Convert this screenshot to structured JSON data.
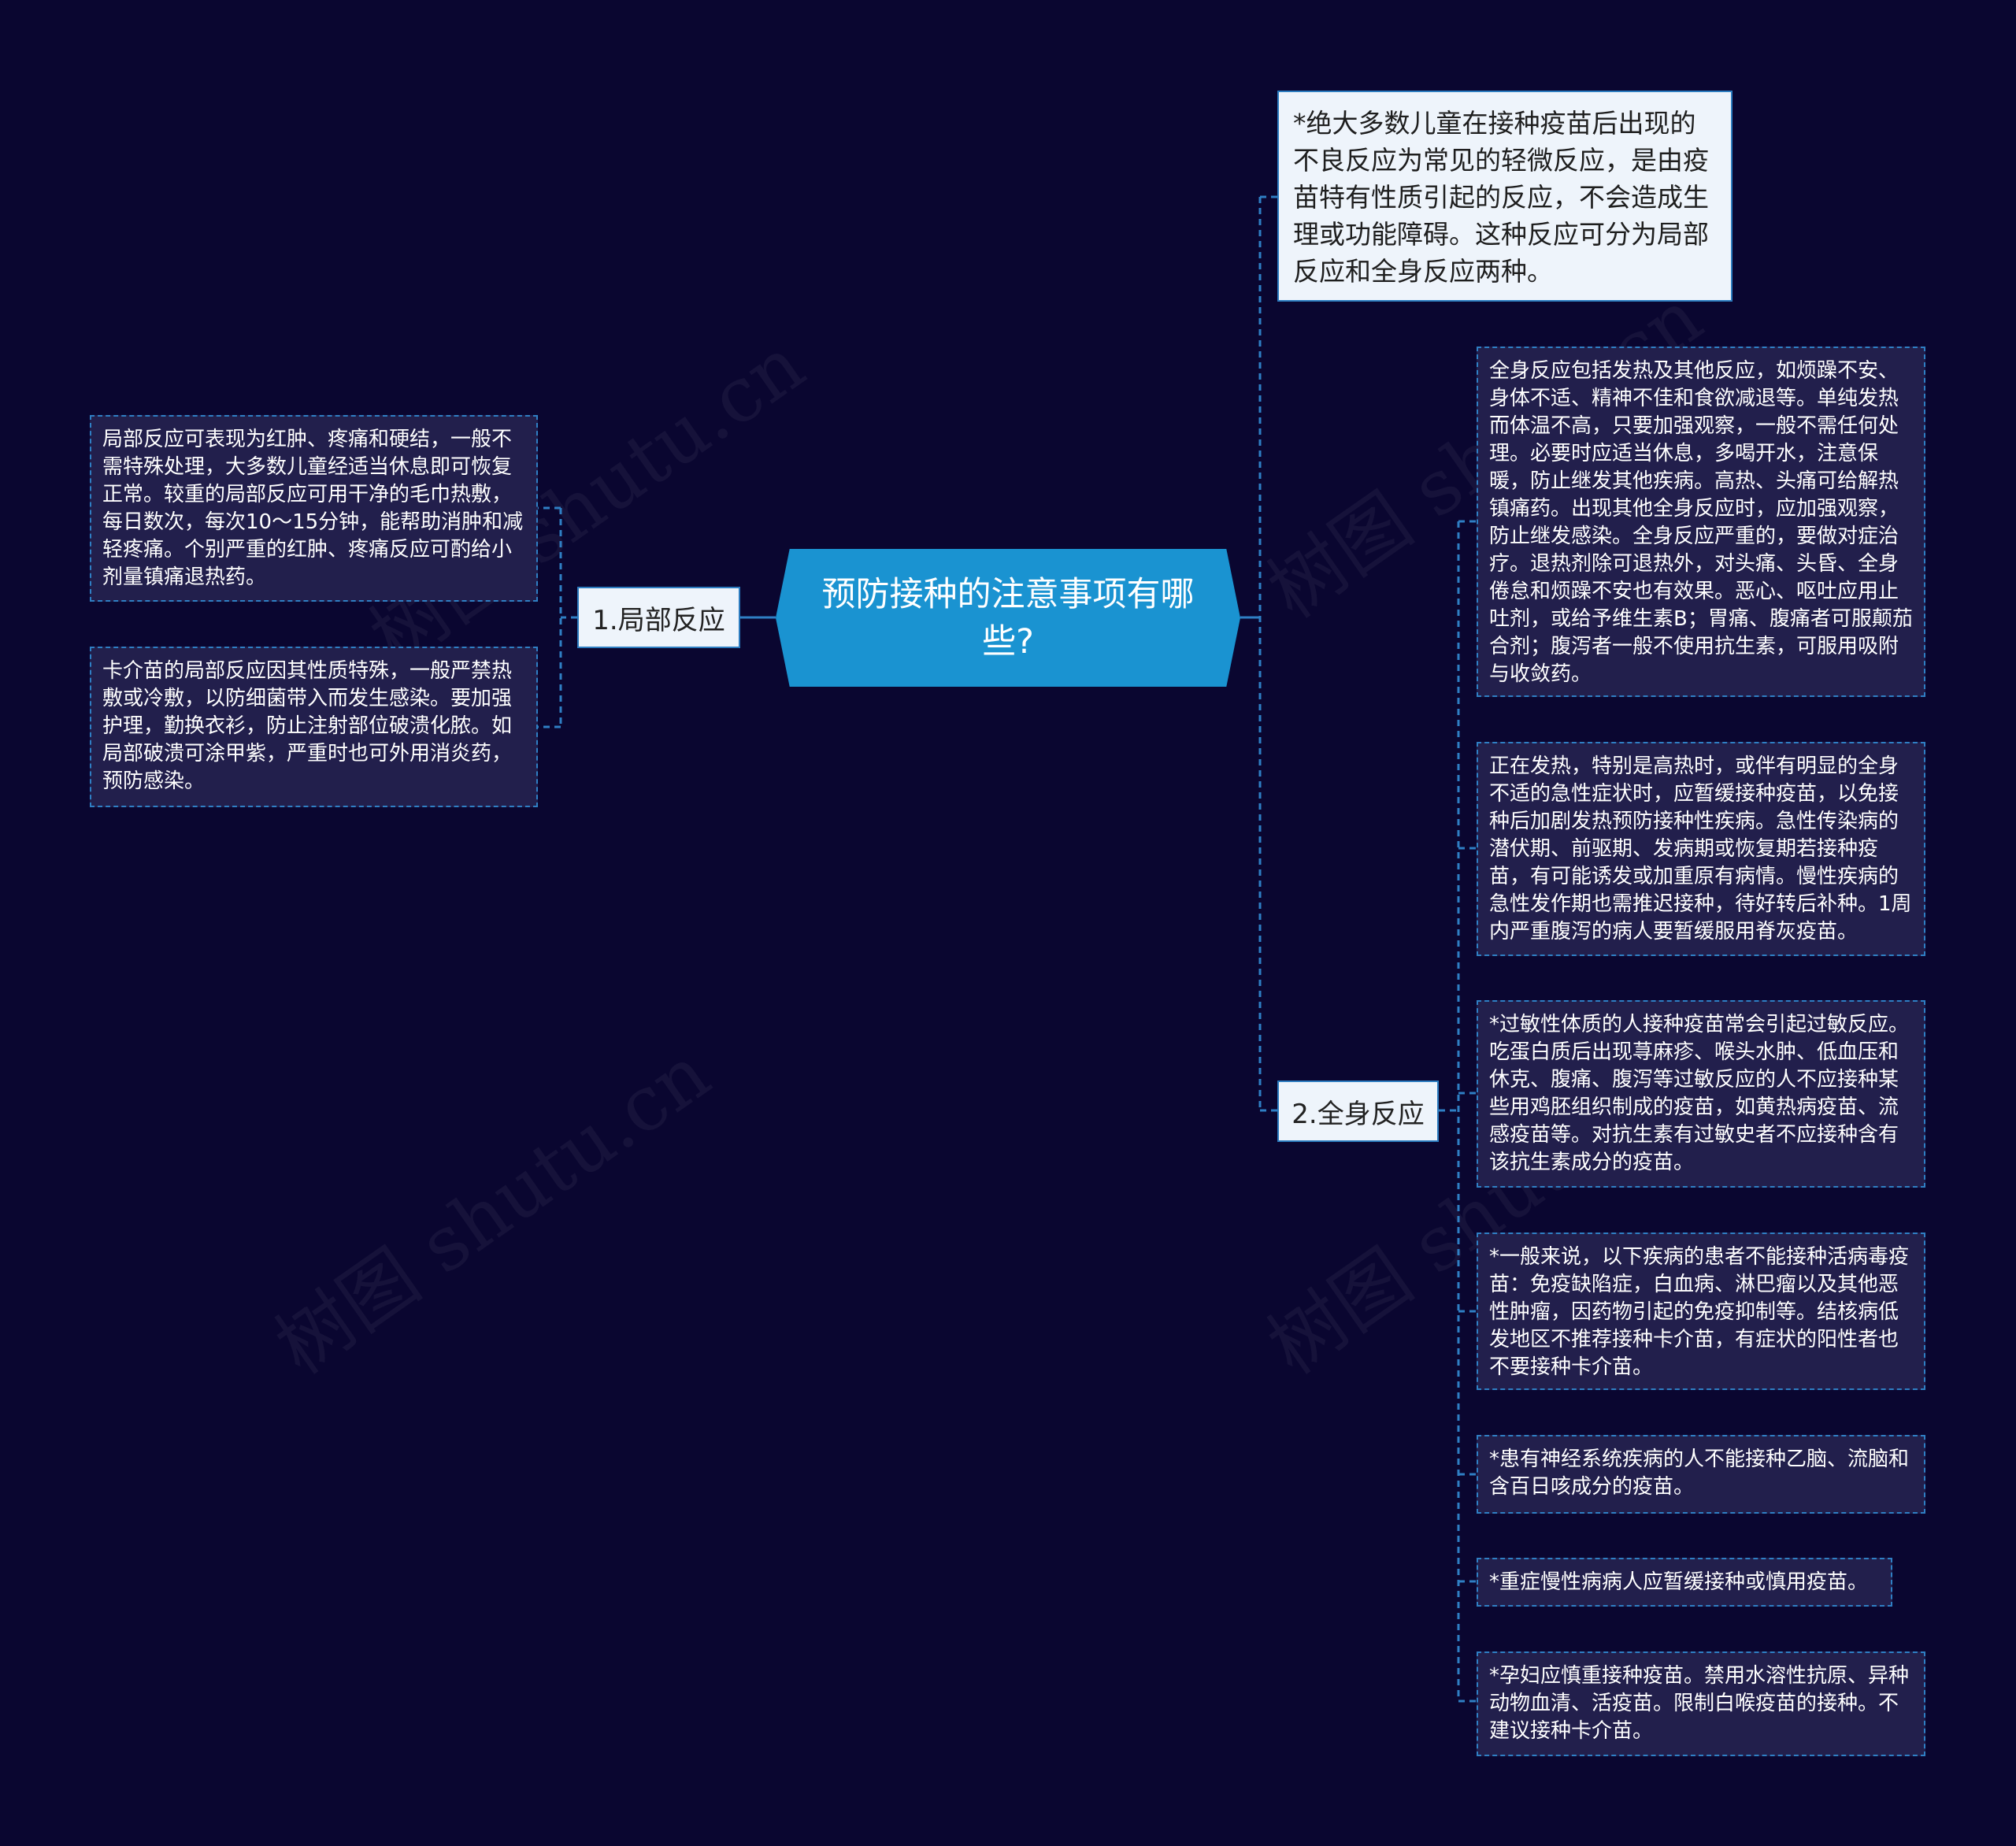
{
  "root": {
    "label": "预防接种的注意事项有哪些?"
  },
  "intro": {
    "text": "*绝大多数儿童在接种疫苗后出现的不良反应为常见的轻微反应，是由疫苗特有性质引起的反应，不会造成生理或功能障碍。这种反应可分为局部反应和全身反应两种。"
  },
  "branches": {
    "local": {
      "label": "1.局部反应",
      "items": [
        "局部反应可表现为红肿、疼痛和硬结，一般不需特殊处理，大多数儿童经适当休息即可恢复正常。较重的局部反应可用干净的毛巾热敷，每日数次，每次10～15分钟，能帮助消肿和减轻疼痛。个别严重的红肿、疼痛反应可酌给小剂量镇痛退热药。",
        "卡介苗的局部反应因其性质特殊，一般严禁热敷或冷敷，以防细菌带入而发生感染。要加强护理，勤换衣衫，防止注射部位破溃化脓。如局部破溃可涂甲紫，严重时也可外用消炎药，预防感染。"
      ]
    },
    "systemic": {
      "label": "2.全身反应",
      "items": [
        "全身反应包括发热及其他反应，如烦躁不安、身体不适、精神不佳和食欲减退等。单纯发热而体温不高，只要加强观察，一般不需任何处理。必要时应适当休息，多喝开水，注意保暖，防止继发其他疾病。高热、头痛可给解热镇痛药。出现其他全身反应时，应加强观察，防止继发感染。全身反应严重的，要做对症治疗。退热剂除可退热外，对头痛、头昏、全身倦怠和烦躁不安也有效果。恶心、呕吐应用止吐剂，或给予维生素B；胃痛、腹痛者可服颠茄合剂；腹泻者一般不使用抗生素，可服用吸附与收敛药。",
        "正在发热，特别是高热时，或伴有明显的全身不适的急性症状时，应暂缓接种疫苗，以免接种后加剧发热预防接种性疾病。急性传染病的潜伏期、前驱期、发病期或恢复期若接种疫苗，有可能诱发或加重原有病情。慢性疾病的急性发作期也需推迟接种，待好转后补种。1周内严重腹泻的病人要暂缓服用脊灰疫苗。",
        "*过敏性体质的人接种疫苗常会引起过敏反应。吃蛋白质后出现荨麻疹、喉头水肿、低血压和休克、腹痛、腹泻等过敏反应的人不应接种某些用鸡胚组织制成的疫苗，如黄热病疫苗、流感疫苗等。对抗生素有过敏史者不应接种含有该抗生素成分的疫苗。",
        "*一般来说，以下疾病的患者不能接种活病毒疫苗：免疫缺陷症，白血病、淋巴瘤以及其他恶性肿瘤，因药物引起的免疫抑制等。结核病低发地区不推荐接种卡介苗，有症状的阳性者也不要接种卡介苗。",
        "*患有神经系统疾病的人不能接种乙脑、流脑和含百日咳成分的疫苗。",
        "*重症慢性病病人应暂缓接种或慎用疫苗。",
        "*孕妇应慎重接种疫苗。禁用水溶性抗原、异种动物血清、活疫苗。限制白喉疫苗的接种。不建议接种卡介苗。"
      ]
    }
  },
  "watermark": "树图 shutu.cn",
  "colors": {
    "background": "#0a0630",
    "root": "#1a93d1",
    "line": "#2f7fc4",
    "leaf_bg": "#221f4c"
  }
}
